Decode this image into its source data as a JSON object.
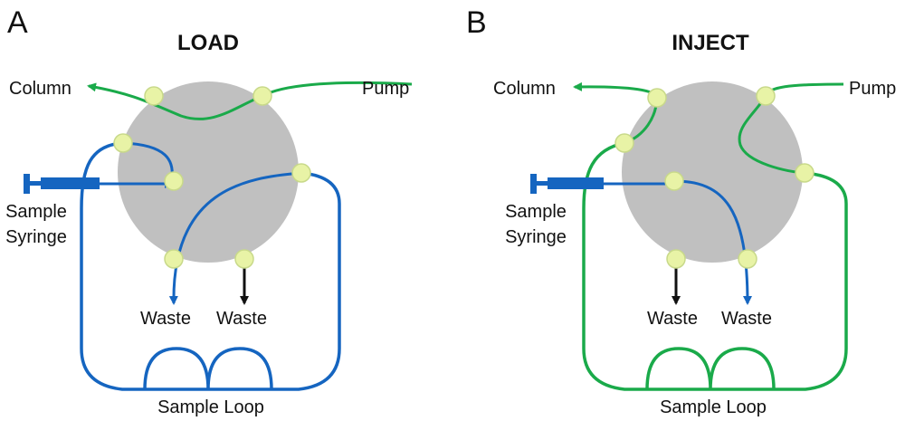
{
  "panels": [
    {
      "letter": "A",
      "title": "LOAD",
      "labels": {
        "column": "Column",
        "pump": "Pump",
        "sample_syringe": [
          "Sample",
          "Syringe"
        ],
        "waste_left": "Waste",
        "waste_right": "Waste",
        "sample_loop": "Sample Loop"
      }
    },
    {
      "letter": "B",
      "title": "INJECT",
      "labels": {
        "column": "Column",
        "pump": "Pump",
        "sample_syringe": [
          "Sample",
          "Syringe"
        ],
        "waste_left": "Waste",
        "waste_right": "Waste",
        "sample_loop": "Sample Loop"
      }
    }
  ],
  "colors": {
    "valve_body": "#c0c0c0",
    "port": "#e8f3a6",
    "port_edge": "#c8d98a",
    "mobile_phase": "#1aaa4a",
    "sample": "#1565c0",
    "waste_line": "#111111"
  }
}
